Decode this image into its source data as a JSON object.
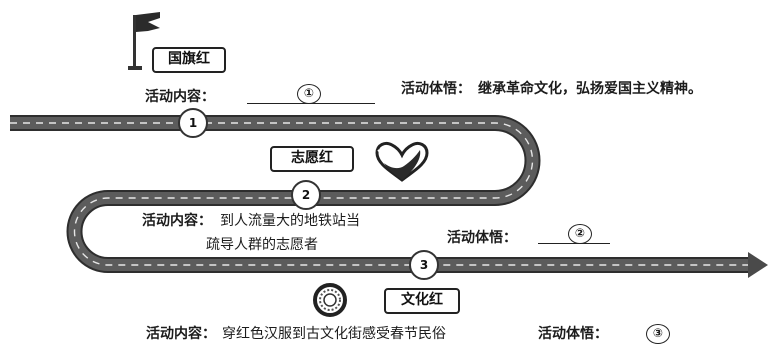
{
  "stages": [
    {
      "number": "1",
      "title": "国旗红",
      "icon": "flag-icon",
      "content_label": "活动内容：",
      "content_blank": "①",
      "insight_label": "活动体悟：",
      "insight_text": "继承革命文化，弘扬爱国主义精神。"
    },
    {
      "number": "2",
      "title": "志愿红",
      "icon": "heart-hand-icon",
      "content_label": "活动内容：",
      "content_text_line1": "到人流量大的地铁站当",
      "content_text_line2": "疏导人群的志愿者",
      "insight_label": "活动体悟：",
      "insight_blank": "②"
    },
    {
      "number": "3",
      "title": "文化红",
      "icon": "cultural-knot-icon",
      "content_label": "活动内容：",
      "content_text": "穿红色汉服到古文化街感受春节民俗",
      "insight_label": "活动体悟：",
      "insight_blank": "③"
    }
  ],
  "colors": {
    "road": "#5a5a5a",
    "road_edge": "#2e2e2e",
    "dash": "#e8e8e8",
    "ink": "#1a1a1a"
  }
}
